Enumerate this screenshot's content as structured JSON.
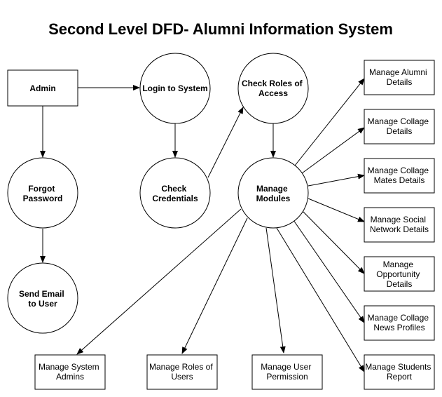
{
  "title": "Second Level DFD- Alumni Information System",
  "nodes": {
    "admin": [
      "Admin"
    ],
    "login": [
      "Login to System"
    ],
    "check_roles": [
      "Check Roles of",
      "Access"
    ],
    "forgot_password": [
      "Forgot",
      "Password"
    ],
    "check_credentials": [
      "Check",
      "Credentials"
    ],
    "manage_modules": [
      "Manage",
      "Modules"
    ],
    "send_email": [
      "Send Email",
      "to User"
    ],
    "manage_alumni": [
      "Manage Alumni",
      "Details"
    ],
    "manage_collage": [
      "Manage Collage",
      "Details"
    ],
    "manage_mates": [
      "Manage Collage",
      "Mates Details"
    ],
    "manage_social": [
      "Manage Social",
      "Network Details"
    ],
    "manage_opportunity": [
      "Manage",
      "Opportunity",
      "Details"
    ],
    "manage_news": [
      "Manage Collage",
      "News Profiles"
    ],
    "manage_students": [
      "Manage Students",
      "Report"
    ],
    "manage_system_admins": [
      "Manage System",
      "Admins"
    ],
    "manage_roles_users": [
      "Manage Roles of",
      "Users"
    ],
    "manage_user_permission": [
      "Manage User",
      "Permission"
    ]
  }
}
